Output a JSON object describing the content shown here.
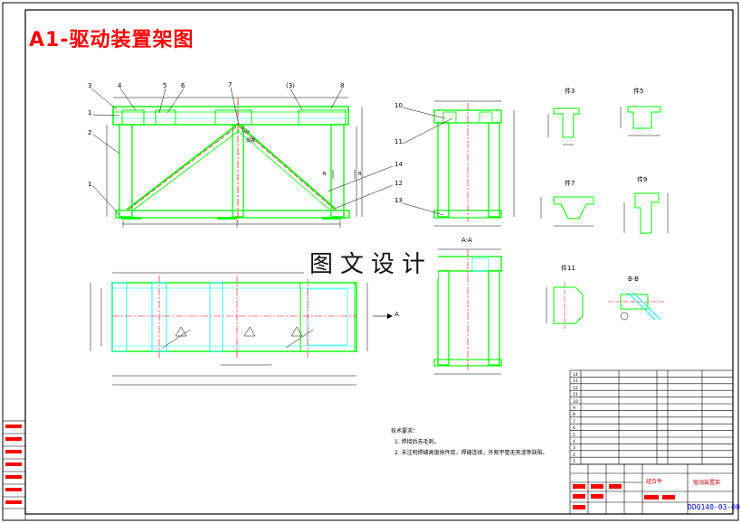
{
  "title": "A1-驱动装置架图",
  "watermark": "图文设计",
  "views": {
    "front_labels": [
      "3",
      "4",
      "5",
      "6",
      "7",
      "(3)",
      "8",
      "1",
      "2",
      "1",
      "14",
      "12",
      "13"
    ],
    "side_labels": [
      "10",
      "11",
      "12",
      "13"
    ],
    "section_aa": "A-A",
    "arrow_a": "A",
    "section_bb": "B-B",
    "detail_labels": [
      "件3",
      "件5",
      "件7",
      "件9",
      "件11"
    ]
  },
  "notes": {
    "heading": "技术要求：",
    "items": [
      "1.  焊接后去毛刺。",
      "2.  未注明焊缝高度按件厚，焊缝连续，外观平整无夹渣等缺陷。"
    ]
  },
  "title_block": {
    "name": "驱动装置架",
    "drawing_no": "DDQ140-03-00",
    "material": "组合件"
  },
  "colors": {
    "frame": "#000000",
    "outline": "#00ff00",
    "center": "#ff0000",
    "hidden": "#00cccc",
    "dim": "#000000",
    "title": "#ff0000"
  }
}
